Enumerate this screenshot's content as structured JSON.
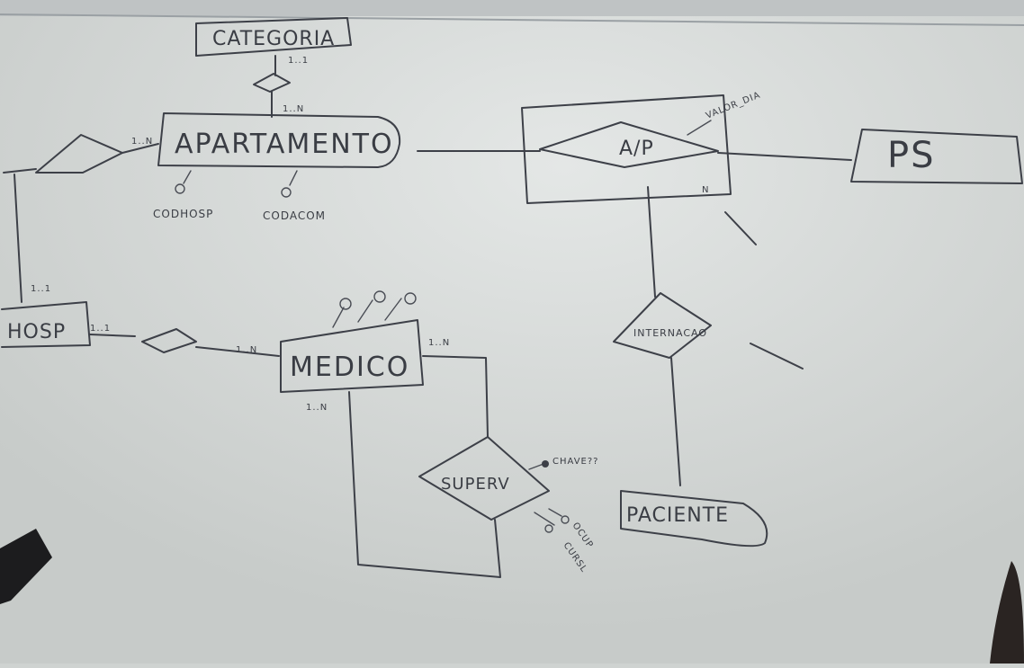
{
  "entities": {
    "categoria": "CATEGORIA",
    "apartamento": "APARTAMENTO",
    "ap": "A/P",
    "ps": "PS",
    "hosp": "HOSP",
    "medico": "MEDICO",
    "paciente": "PACIENTE"
  },
  "relationships": {
    "internacao": "INTERNACAO",
    "superv": "SUPERV"
  },
  "attributes": {
    "cod_hosp": "CODHOSP",
    "cod_acom": "CODACOM",
    "valor_dia": "VALOR_DIA",
    "chave": "CHAVE??",
    "ocup": "OCUP",
    "cursl": "CURSL"
  },
  "cardinalities": {
    "categoria_1": "1..1",
    "apartamento_1n": "1..N",
    "apart_left_1n": "1..N",
    "hosp_11": "1..1",
    "hosp_right": "1..1",
    "medico_left": "1..N",
    "medico_right": "1..N",
    "medico_bottom": "1..N",
    "ap_n": "N"
  },
  "colors": {
    "board": "#cfd3d1",
    "ink": "#3d4048"
  }
}
